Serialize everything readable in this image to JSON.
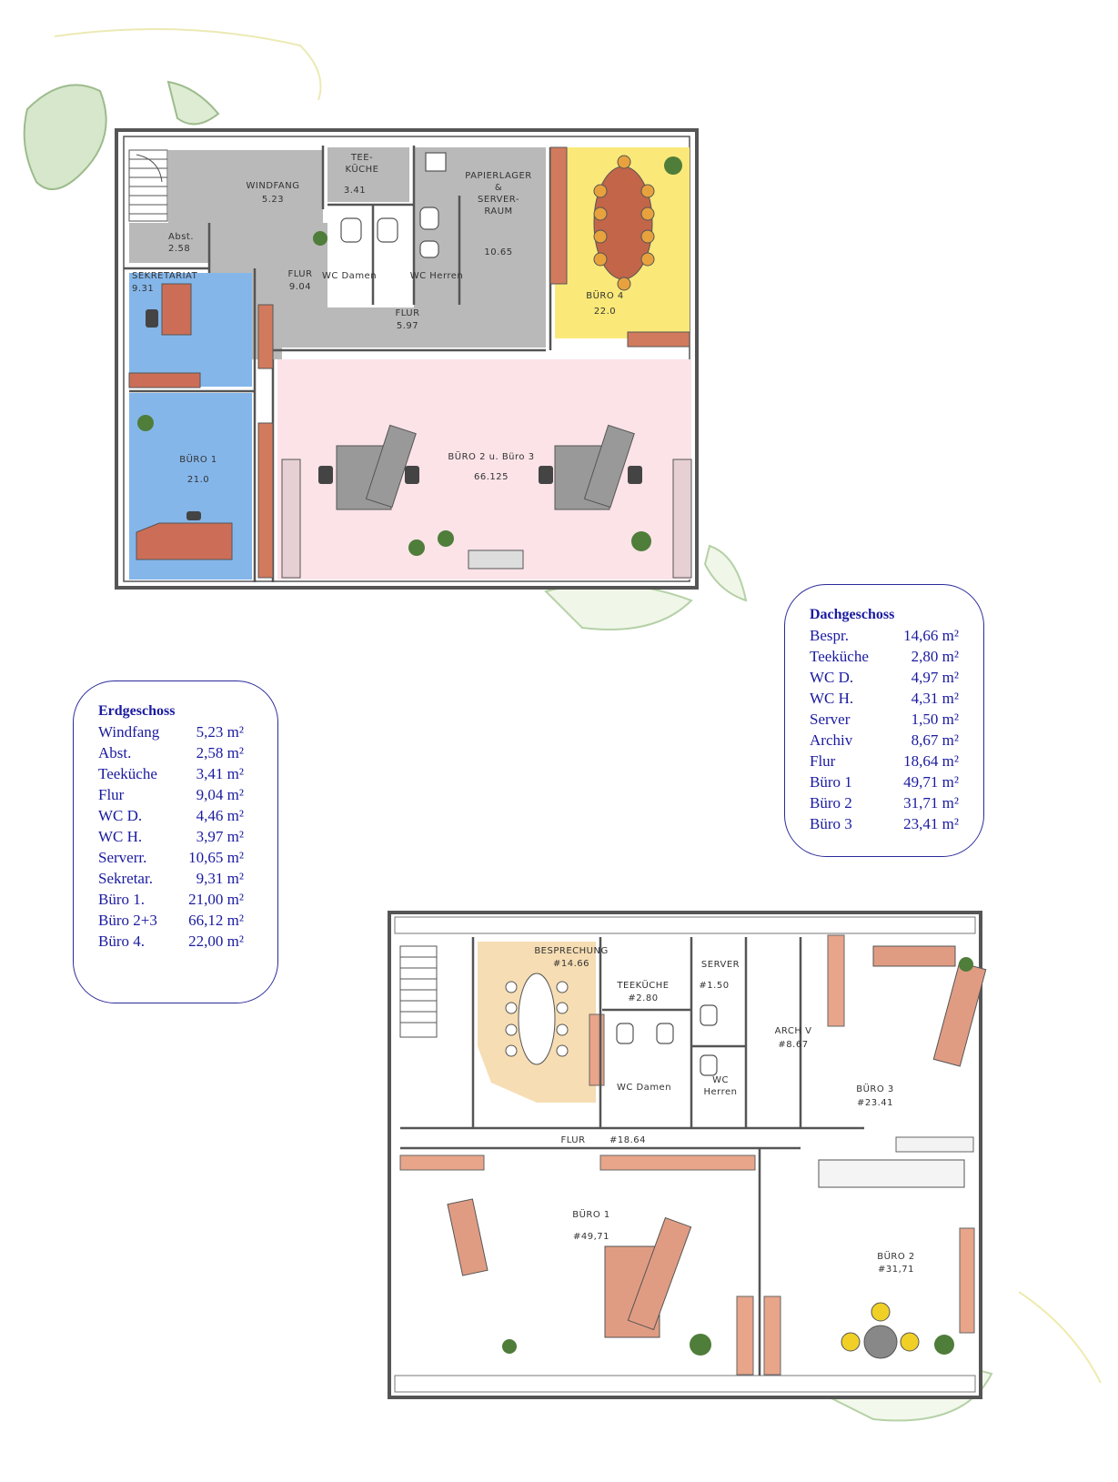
{
  "ground_floor": {
    "rooms": [
      {
        "id": "windfang",
        "name": "WINDFANG",
        "area": "5.23"
      },
      {
        "id": "teekueche",
        "name": "TEE-\nKÜCHE",
        "area": "3.41"
      },
      {
        "id": "papierlager",
        "name": "PAPIERLAGER\n&\nSERVER-\nRAUM",
        "area": "10.65"
      },
      {
        "id": "abst",
        "name": "Abst.",
        "area": "2.58"
      },
      {
        "id": "flur1",
        "name": "FLUR",
        "area": "9.04"
      },
      {
        "id": "wc_damen",
        "name": "WC Damen",
        "area": ""
      },
      {
        "id": "wc_herren",
        "name": "WC Herren",
        "area": ""
      },
      {
        "id": "sekretariat",
        "name": "SEKRETARIAT",
        "area": "9.31"
      },
      {
        "id": "flur2",
        "name": "FLUR",
        "area": "5.97"
      },
      {
        "id": "buero4",
        "name": "BÜRO 4",
        "area": "22.0"
      },
      {
        "id": "buero1",
        "name": "BÜRO 1",
        "area": "21.0"
      },
      {
        "id": "buero23",
        "name": "BÜRO 2 u. Büro 3",
        "area": "66.125"
      }
    ],
    "colors": {
      "grey": "#b7b7b7",
      "blue": "#7eb0e6",
      "pink": "#fbe1e6",
      "yellow": "#fbe978",
      "orange": "#d8785a",
      "wall": "#555555"
    }
  },
  "attic": {
    "rooms": [
      {
        "id": "besprechung",
        "name": "BESPRECHUNG",
        "area": "#14.66"
      },
      {
        "id": "teekueche",
        "name": "TEEKÜCHE",
        "area": "#2.80"
      },
      {
        "id": "server",
        "name": "SERVER",
        "area": "#1.50"
      },
      {
        "id": "archiv",
        "name": "ARCH V",
        "area": "#8.67"
      },
      {
        "id": "wc_damen",
        "name": "WC Damen",
        "area": ""
      },
      {
        "id": "wc_herren",
        "name": "WC\nHerren",
        "area": ""
      },
      {
        "id": "flur",
        "name": "FLUR",
        "area": "#18.64"
      },
      {
        "id": "buero3",
        "name": "BÜRO 3",
        "area": "#23.41"
      },
      {
        "id": "buero1",
        "name": "BÜRO 1",
        "area": "#49,71"
      },
      {
        "id": "buero2",
        "name": "BÜRO 2",
        "area": "#31,71"
      }
    ],
    "colors": {
      "peach": "#f6dfb7",
      "salmon": "#e6a286"
    }
  },
  "legend_erdgeschoss": {
    "title": "Erdgeschoss",
    "unit": "m²",
    "rows": [
      {
        "name": "Windfang",
        "value": "5,23"
      },
      {
        "name": "Abst.",
        "value": "2,58"
      },
      {
        "name": "Teeküche",
        "value": "3,41"
      },
      {
        "name": "Flur",
        "value": "9,04"
      },
      {
        "name": "WC D.",
        "value": "4,46"
      },
      {
        "name": "WC H.",
        "value": "3,97"
      },
      {
        "name": "Serverr.",
        "value": "10,65"
      },
      {
        "name": "Sekretar.",
        "value": "9,31"
      },
      {
        "name": "Büro 1.",
        "value": "21,00"
      },
      {
        "name": "Büro 2+3",
        "value": "66,12"
      },
      {
        "name": "Büro 4.",
        "value": "22,00"
      }
    ]
  },
  "legend_dachgeschoss": {
    "title": "Dachgeschoss",
    "unit": "m²",
    "rows": [
      {
        "name": "Bespr.",
        "value": "14,66"
      },
      {
        "name": "Teeküche",
        "value": "2,80"
      },
      {
        "name": "WC D.",
        "value": "4,97"
      },
      {
        "name": "WC H.",
        "value": "4,31"
      },
      {
        "name": "Server",
        "value": "1,50"
      },
      {
        "name": "Archiv",
        "value": "8,67"
      },
      {
        "name": "Flur",
        "value": "18,64"
      },
      {
        "name": "Büro 1",
        "value": "49,71"
      },
      {
        "name": "Büro 2",
        "value": "31,71"
      },
      {
        "name": "Büro 3",
        "value": "23,41"
      }
    ]
  }
}
